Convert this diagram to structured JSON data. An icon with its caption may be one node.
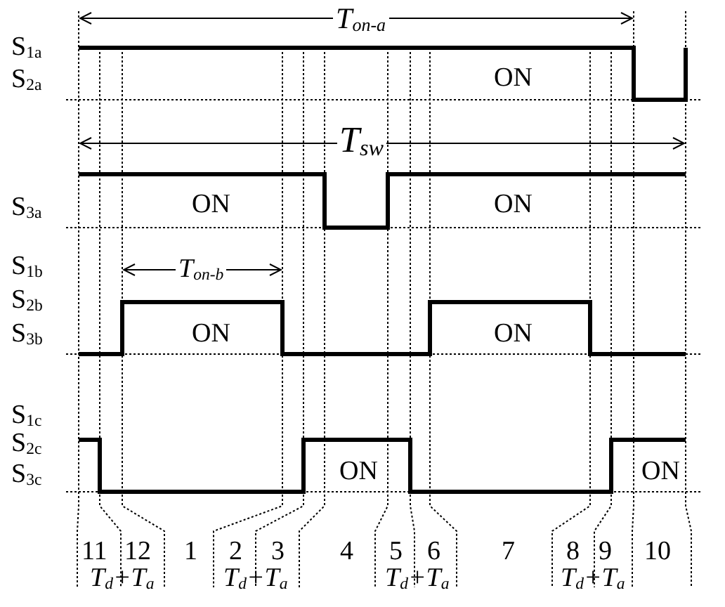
{
  "diagram": {
    "labels": [
      "T$_{on-a}$",
      "S$_{1a}$",
      "S$_{2a}$",
      "ON",
      "T$_{sw}$",
      "S$_{3a}$",
      "ON",
      "ON",
      "S$_{1b}$",
      "T$_{on-b}$",
      "S$_{2b}$",
      "S$_{3b}$",
      "ON",
      "ON",
      "S$_{1c}$",
      "S$_{2c}$",
      "S$_{3c}$",
      "ON",
      "ON",
      "11",
      "12",
      "1",
      "2",
      "3",
      "4",
      "5",
      "6",
      "7",
      "8",
      "9",
      "10",
      "T$_{d}$+T$_{a}$",
      "T$_{d}$+T$_{a}$",
      "T$_{d}$+T$_{a}$",
      "T$_{d}$+T$_{a}$"
    ]
  }
}
